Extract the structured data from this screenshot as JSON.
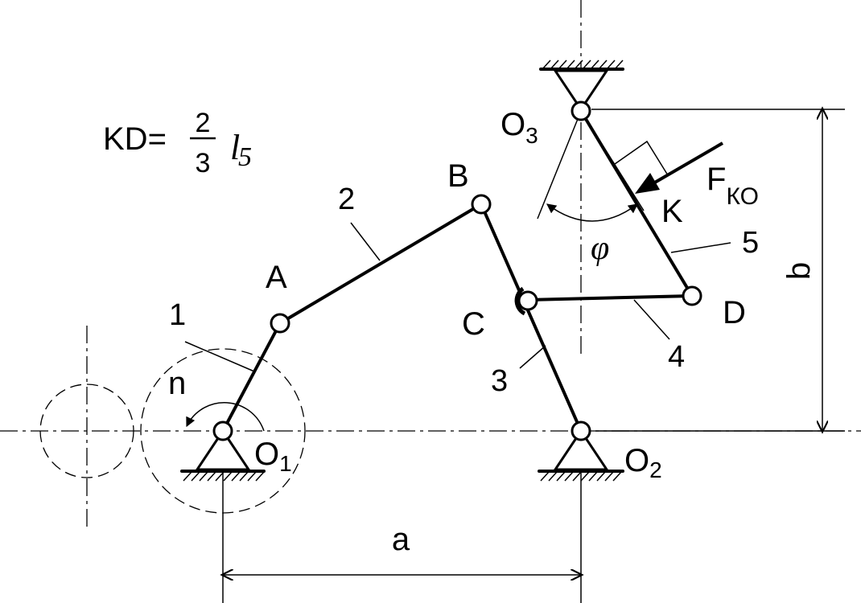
{
  "formula": {
    "lhs": "KD=",
    "numerator": "2",
    "denominator": "3",
    "symbol": "l",
    "subscript": "5"
  },
  "points": {
    "O1": {
      "main": "O",
      "sub": "1"
    },
    "O2": {
      "main": "O",
      "sub": "2"
    },
    "O3": {
      "main": "O",
      "sub": "3"
    },
    "A": "A",
    "B": "B",
    "C": "C",
    "D": "D",
    "K": "K"
  },
  "links": {
    "l1": "1",
    "l2": "2",
    "l3": "3",
    "l4": "4",
    "l5": "5"
  },
  "force": {
    "main": "F",
    "sub": "КО"
  },
  "angle": "φ",
  "rotation": "n",
  "dimensions": {
    "a": "a",
    "b": "b"
  }
}
